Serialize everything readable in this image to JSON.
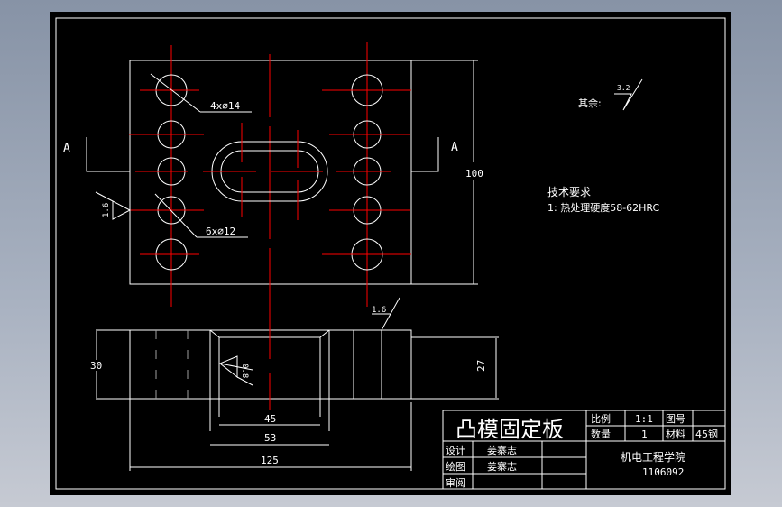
{
  "drawing": {
    "title": "凸模固定板",
    "material": "45钢",
    "scale_label": "比例",
    "scale_value": "1:1",
    "drawing_no_label": "图号",
    "drawing_no_value": "",
    "quantity_label": "数量",
    "quantity_value": "1",
    "material_label": "材料",
    "designer_label": "设计",
    "designer_name": "姜寨志",
    "drafter_label": "绘图",
    "drafter_name": "姜寨志",
    "reviewer_label": "审阅",
    "reviewer_name": "",
    "school": "机电工程学院",
    "student_id": "1106092"
  },
  "annotations": {
    "section_mark_left": "A",
    "section_mark_right": "A",
    "holes_large": "4x∅14",
    "holes_small": "6x∅12",
    "dim_height_top": "100",
    "roughness_left": "1.6",
    "roughness_top_side": "1.6",
    "roughness_slot": "0.8",
    "roughness_rest_label": "其余:",
    "roughness_rest_value": "3.2",
    "dim_thickness": "30",
    "dim_inner_thickness": "27",
    "dim_45": "45",
    "dim_53": "53",
    "dim_125": "125"
  },
  "tech_requirements": {
    "heading": "技术要求",
    "items": [
      "1:  热处理硬度58-62HRC"
    ]
  }
}
